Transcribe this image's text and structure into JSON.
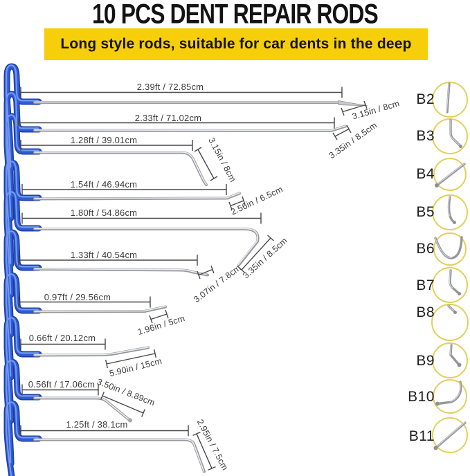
{
  "title": "10 PCS DENT REPAIR RODS",
  "banner": "Long style rods, suitable for car dents in the deep",
  "rods": [
    {
      "label": "B2",
      "length": "2.39ft / 72.85cm",
      "tip": "3.15in / 8cm"
    },
    {
      "label": "B3",
      "length": "2.33ft / 71.02cm",
      "tip": "3.35in / 8.5cm"
    },
    {
      "label": "B4",
      "length": "1.28ft / 39.01cm",
      "tip": "3.15in / 8cm"
    },
    {
      "label": "B5",
      "length": "1.54ft / 46.94cm",
      "tip": "2.56in / 6.5cm"
    },
    {
      "label": "B6",
      "length": "1.80ft / 54.86cm",
      "tip": "3.35in / 8.5cm"
    },
    {
      "label": "B7",
      "length": "1.33ft / 40.54cm",
      "tip": "3.07in / 7.8cm"
    },
    {
      "label": "B8",
      "length": "0.97ft / 29.56cm",
      "tip": "1.96in / 5cm"
    },
    {
      "label": "B9",
      "length": "0.66ft / 20.12cm",
      "tip": "5.90in / 15cm"
    },
    {
      "label": "B10",
      "length": "0.56ft / 17.06cm",
      "tip": "3.50in / 8.89cm"
    },
    {
      "label": "B11",
      "length": "1.25ft / 38.1cm",
      "tip": "2.95in / 7.5cm"
    }
  ],
  "colors": {
    "banner_bg": "#F7CE0A",
    "handle_blue": "#2F5BD4",
    "handle_blue_dark": "#1C3FA6",
    "handle_blue_light": "#7BA0F2",
    "rod_silver": "#97989C",
    "dimension_line": "#464646",
    "dimension_text": "#3B3B3B",
    "detail_circle_border": "#E2CF5B"
  }
}
